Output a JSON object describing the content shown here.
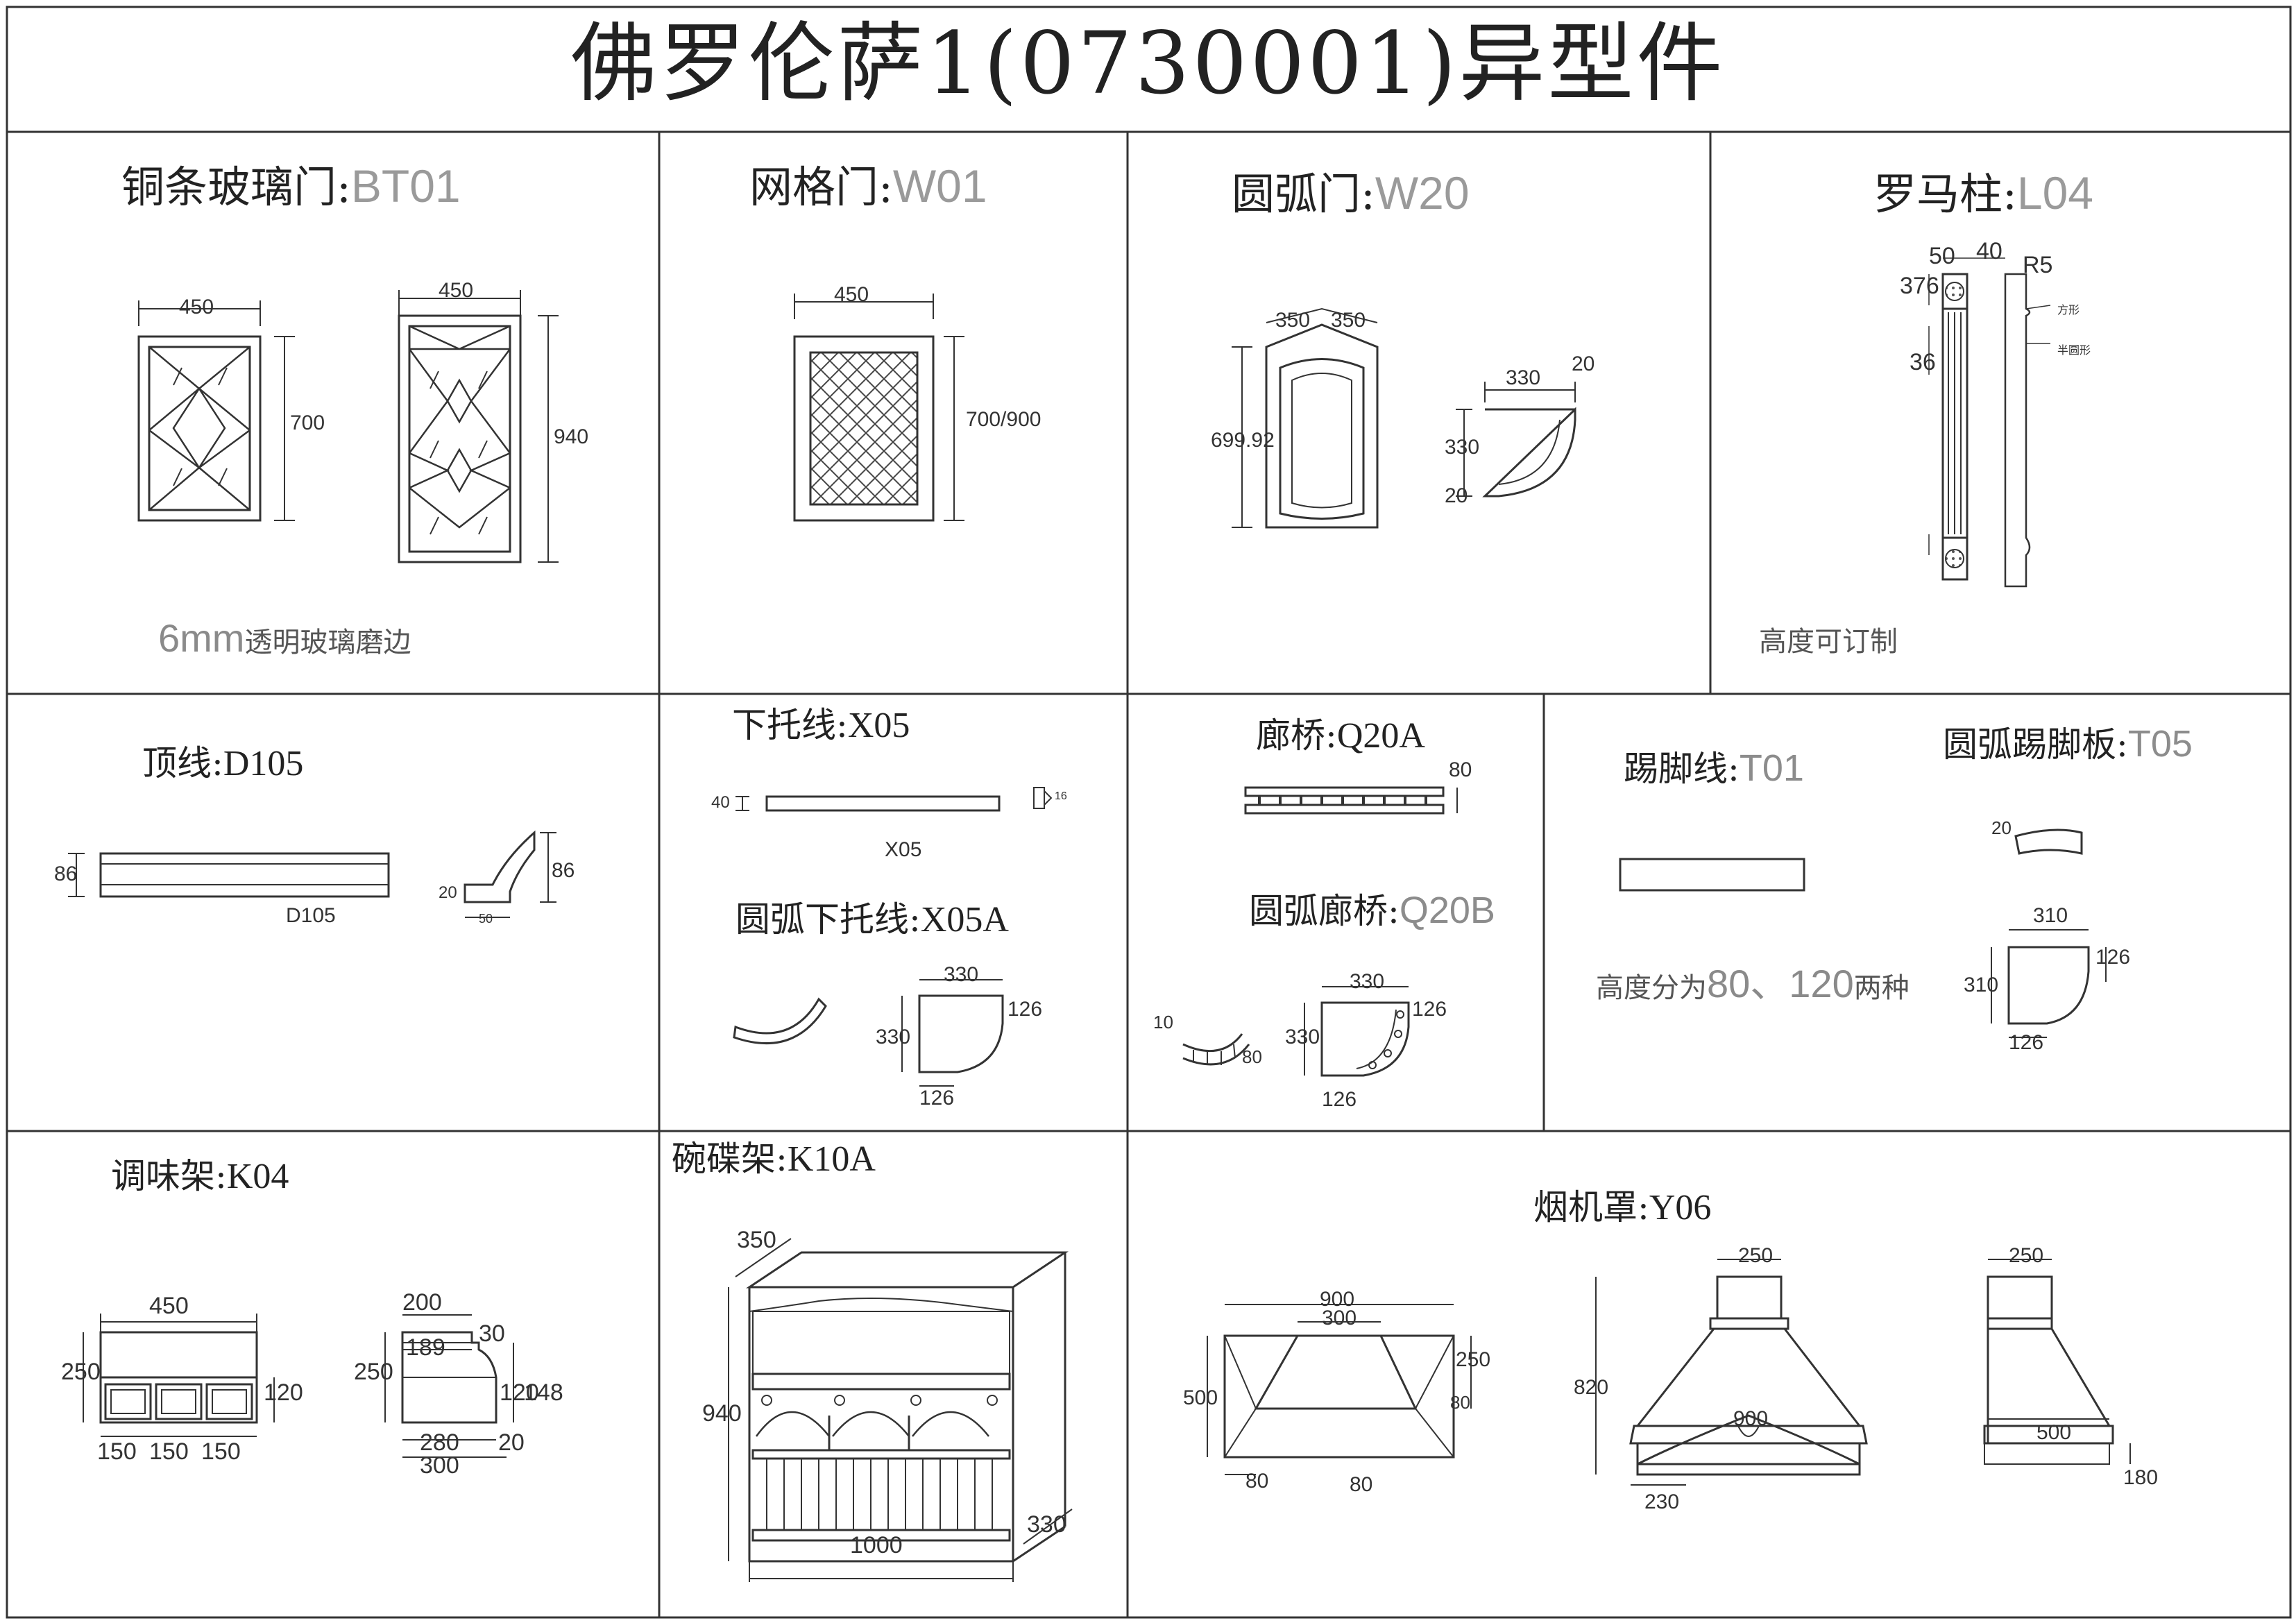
{
  "title": "佛罗伦萨1(0730001)异型件",
  "row1": {
    "bt01": {
      "name": "铜条玻璃门:",
      "code": "BT01",
      "note_prefix": "6mm",
      "note": "透明玻璃磨边",
      "dims": [
        "450",
        "700",
        "450",
        "940"
      ]
    },
    "w01": {
      "name": "网格门:",
      "code": "W01",
      "dims": [
        "450",
        "700/900"
      ]
    },
    "w20": {
      "name": "圆弧门:",
      "code": "W20",
      "dims": [
        "350",
        "350",
        "699.92",
        "330",
        "20",
        "330",
        "20"
      ]
    },
    "l04": {
      "name": "罗马柱:",
      "code": "L04",
      "note": "高度可订制",
      "dims": [
        "50",
        "40",
        "R5",
        "376",
        "36",
        "方形",
        "半圆形"
      ]
    }
  },
  "row2": {
    "d105": {
      "name": "顶线:",
      "code": "D105",
      "dims": [
        "86",
        "D105",
        "86",
        "20",
        "50"
      ]
    },
    "x05": {
      "name": "下托线:",
      "code": "X05",
      "dims": [
        "40",
        "X05",
        "16"
      ]
    },
    "x05a": {
      "name": "圆弧下托线:",
      "code": "X05A",
      "dims": [
        "330",
        "330",
        "126",
        "126"
      ]
    },
    "q20a": {
      "name": "廊桥:",
      "code": "Q20A",
      "dims": [
        "80"
      ]
    },
    "q20b": {
      "name": "圆弧廊桥:",
      "code": "Q20B",
      "dims": [
        "330",
        "330",
        "126",
        "126",
        "10",
        "80"
      ]
    },
    "t01": {
      "name": "踢脚线:",
      "code": "T01",
      "note_prefix": "高度分为",
      "note_mid": "80、120",
      "note_suffix": "两种"
    },
    "t05": {
      "name": "圆弧踢脚板:",
      "code": "T05",
      "dims": [
        "20",
        "310",
        "310",
        "126",
        "126"
      ]
    }
  },
  "row3": {
    "k04": {
      "name": "调味架:",
      "code": "K04",
      "dims": [
        "450",
        "250",
        "120",
        "150",
        "150",
        "150",
        "200",
        "189",
        "30",
        "250",
        "120",
        "148",
        "280",
        "20",
        "300"
      ]
    },
    "k10a": {
      "name": "碗碟架:",
      "code": "K10A",
      "dims": [
        "350",
        "940",
        "1000",
        "330"
      ]
    },
    "y06": {
      "name": "烟机罩:",
      "code": "Y06",
      "dims": [
        "900",
        "300",
        "500",
        "250",
        "80",
        "80",
        "80",
        "250",
        "820",
        "900",
        "230",
        "250",
        "500",
        "180"
      ]
    }
  }
}
